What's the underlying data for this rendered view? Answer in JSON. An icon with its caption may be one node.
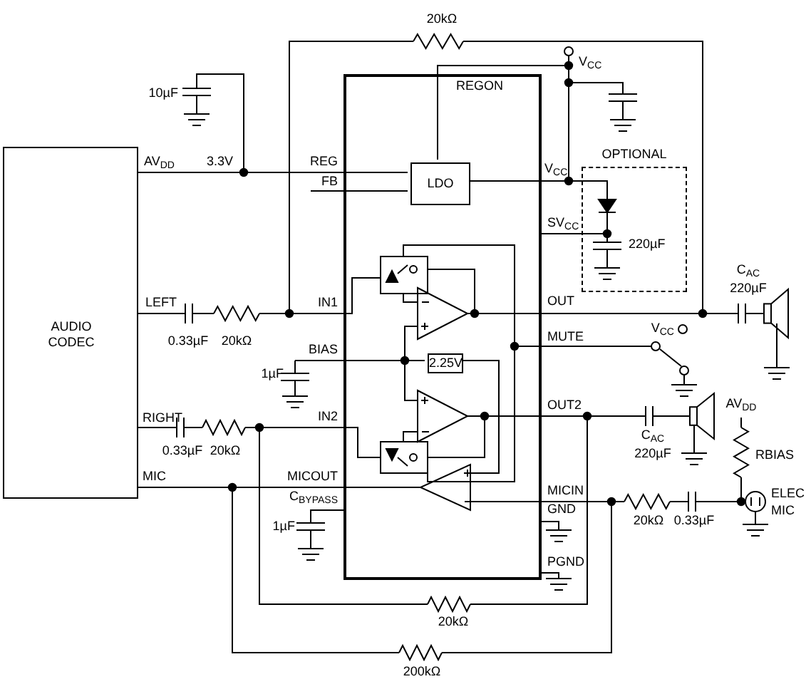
{
  "diagram": {
    "nodes": [
      {
        "text": [
          "AUDIO CODEC"
        ],
        "beside": [
          "AV$_{DD}$",
          "LEFT",
          "RIGHT",
          "MIC"
        ]
      },
      {
        "text": [],
        "shape": "box"
      },
      {
        "text": [
          "LDO"
        ],
        "in": 1
      },
      {
        "text": [
          "2.25V"
        ],
        "in": 1
      },
      {
        "text": [
          "OPTIONAL"
        ]
      }
    ],
    "edges": [
      {
        "from": 0,
        "to": 2,
        "arrow": "none"
      },
      {
        "from": 2,
        "to": 4,
        "arrow": "none"
      },
      {
        "from": 1,
        "to": 4,
        "arrow": "none"
      }
    ],
    "labels": [
      "20kΩ",
      "V$_{CC}$",
      "REGON",
      "10µF",
      "3.3V",
      "REG",
      "FB",
      "V$_{CC}$",
      "SV$_{CC}$",
      "220µF",
      "C$_{AC}$",
      "220µF",
      "IN1",
      "OUT",
      "0.33µF",
      "20kΩ",
      "V$_{CC}$",
      "MUTE",
      "BIAS",
      "1µF",
      "IN2",
      "OUT2",
      "0.33µF",
      "20kΩ",
      "C$_{AC}$",
      "220µF",
      "AV$_{DD}$",
      "RBIAS",
      "MICOUT",
      "C$_{BYPASS}$",
      "1µF",
      "MICIN",
      "GND",
      "20kΩ",
      "0.33µF",
      "ELEC",
      "MIC",
      "PGND",
      "20kΩ",
      "200kΩ"
    ]
  }
}
